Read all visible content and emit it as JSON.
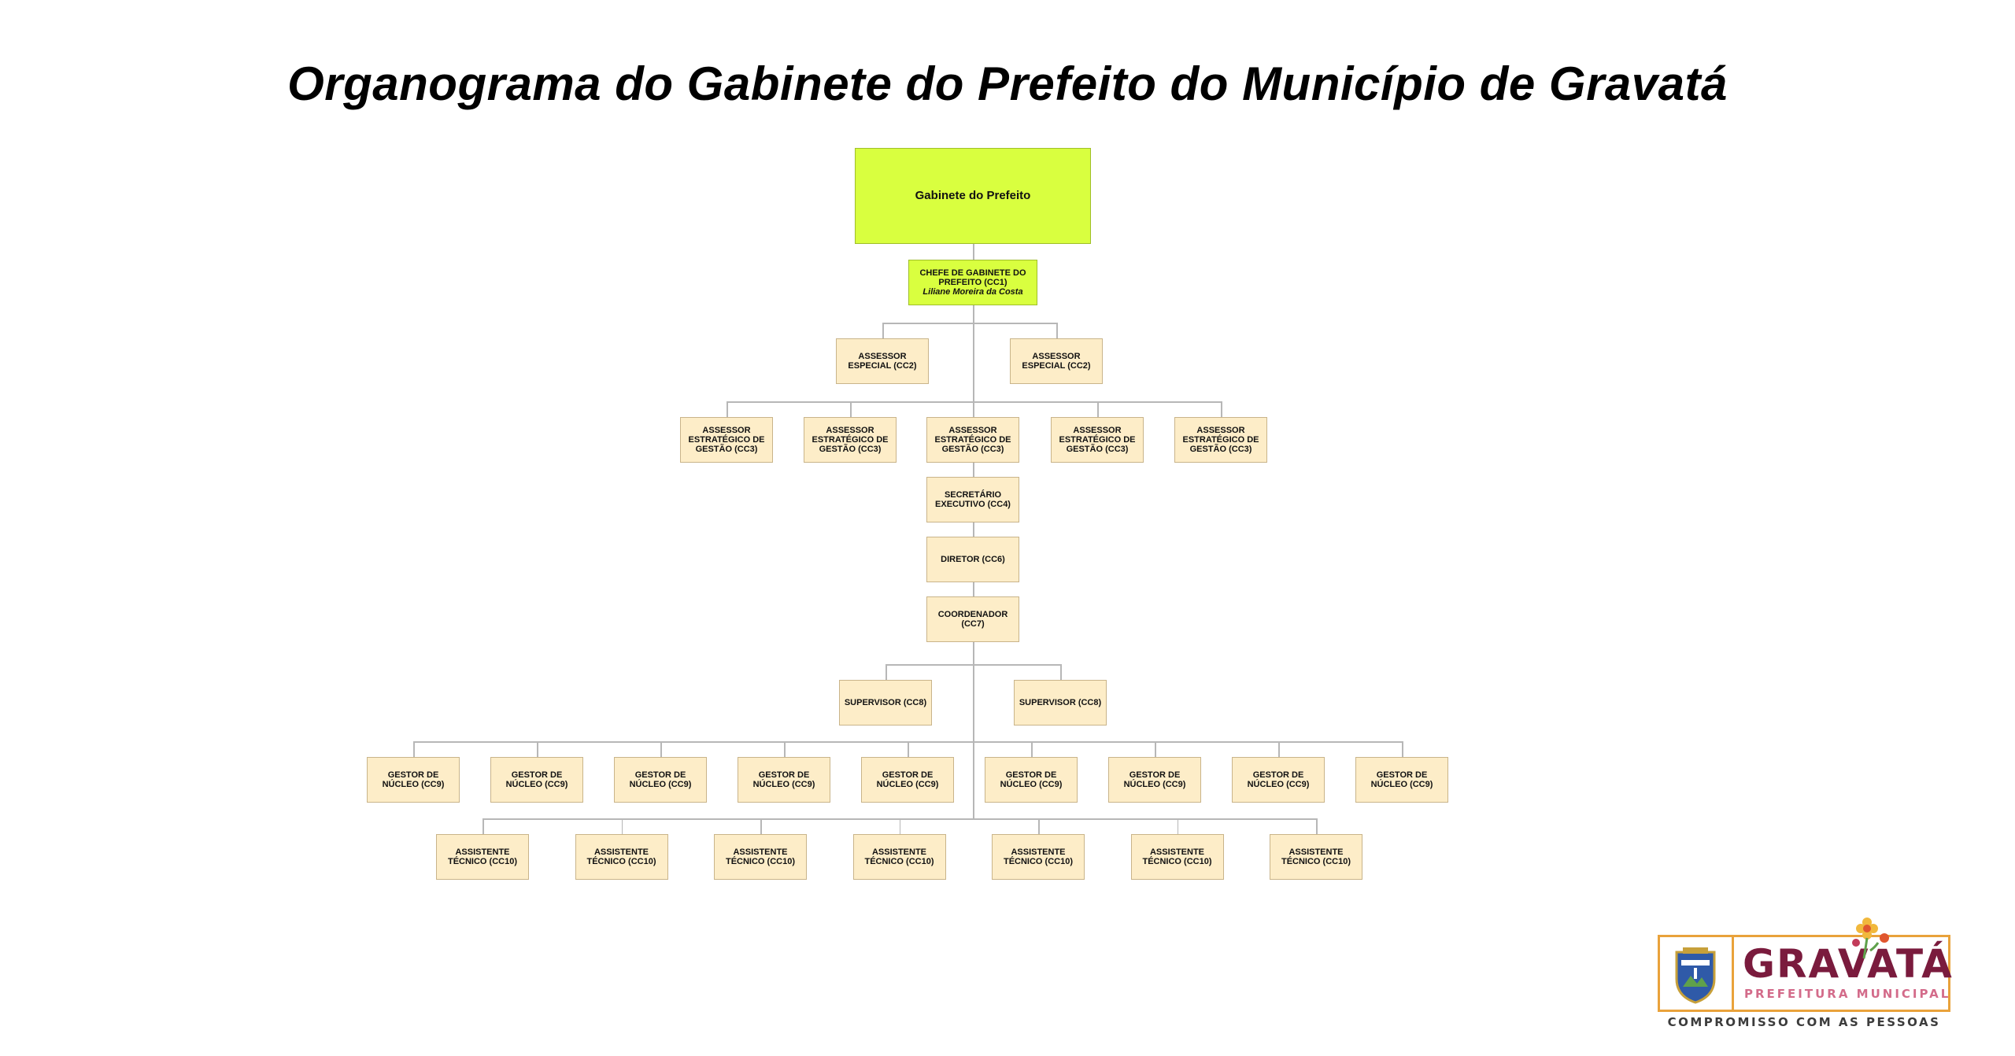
{
  "title": "Organograma do Gabinete do Prefeito do Município de Gravatá",
  "org": {
    "root": "Gabinete do Prefeito",
    "chefe": {
      "role": "CHEFE DE GABINETE DO PREFEITO (CC1)",
      "name": "Liliane Moreira da Costa"
    },
    "especial": [
      "ASSESSOR ESPECIAL (CC2)",
      "ASSESSOR ESPECIAL (CC2)"
    ],
    "estrategico": [
      "ASSESSOR ESTRATÉGICO DE GESTÃO (CC3)",
      "ASSESSOR ESTRATÉGICO DE GESTÃO (CC3)",
      "ASSESSOR ESTRATÉGICO DE GESTÃO (CC3)",
      "ASSESSOR ESTRATÉGICO DE GESTÃO (CC3)",
      "ASSESSOR ESTRATÉGICO DE GESTÃO (CC3)"
    ],
    "secretario": "SECRETÁRIO EXECUTIVO (CC4)",
    "diretor": "DIRETOR (CC6)",
    "coordenador": "COORDENADOR (CC7)",
    "supervisores": [
      "SUPERVISOR (CC8)",
      "SUPERVISOR (CC8)"
    ],
    "gestores": [
      "GESTOR DE NÚCLEO (CC9)",
      "GESTOR DE NÚCLEO (CC9)",
      "GESTOR DE NÚCLEO (CC9)",
      "GESTOR DE NÚCLEO (CC9)",
      "GESTOR DE NÚCLEO (CC9)",
      "GESTOR DE NÚCLEO (CC9)",
      "GESTOR DE NÚCLEO (CC9)",
      "GESTOR DE NÚCLEO (CC9)",
      "GESTOR DE NÚCLEO (CC9)"
    ],
    "assistentes": [
      "ASSISTENTE TÉCNICO (CC10)",
      "ASSISTENTE TÉCNICO (CC10)",
      "ASSISTENTE TÉCNICO (CC10)",
      "ASSISTENTE TÉCNICO (CC10)",
      "ASSISTENTE TÉCNICO (CC10)",
      "ASSISTENTE TÉCNICO (CC10)",
      "ASSISTENTE TÉCNICO (CC10)"
    ]
  },
  "colors": {
    "top_box": "#d9ff3f",
    "box": "#fdedc8",
    "connector": "#b7b7b7",
    "brand": "#7a1b3d",
    "accent": "#e9a23b"
  },
  "logo": {
    "name": "GRAVATÁ",
    "subtitle": "PREFEITURA MUNICIPAL",
    "tagline": "COMPROMISSO COM AS PESSOAS",
    "crest_icon": "municipal-crest-icon",
    "flower_icon": "flower-icon"
  }
}
